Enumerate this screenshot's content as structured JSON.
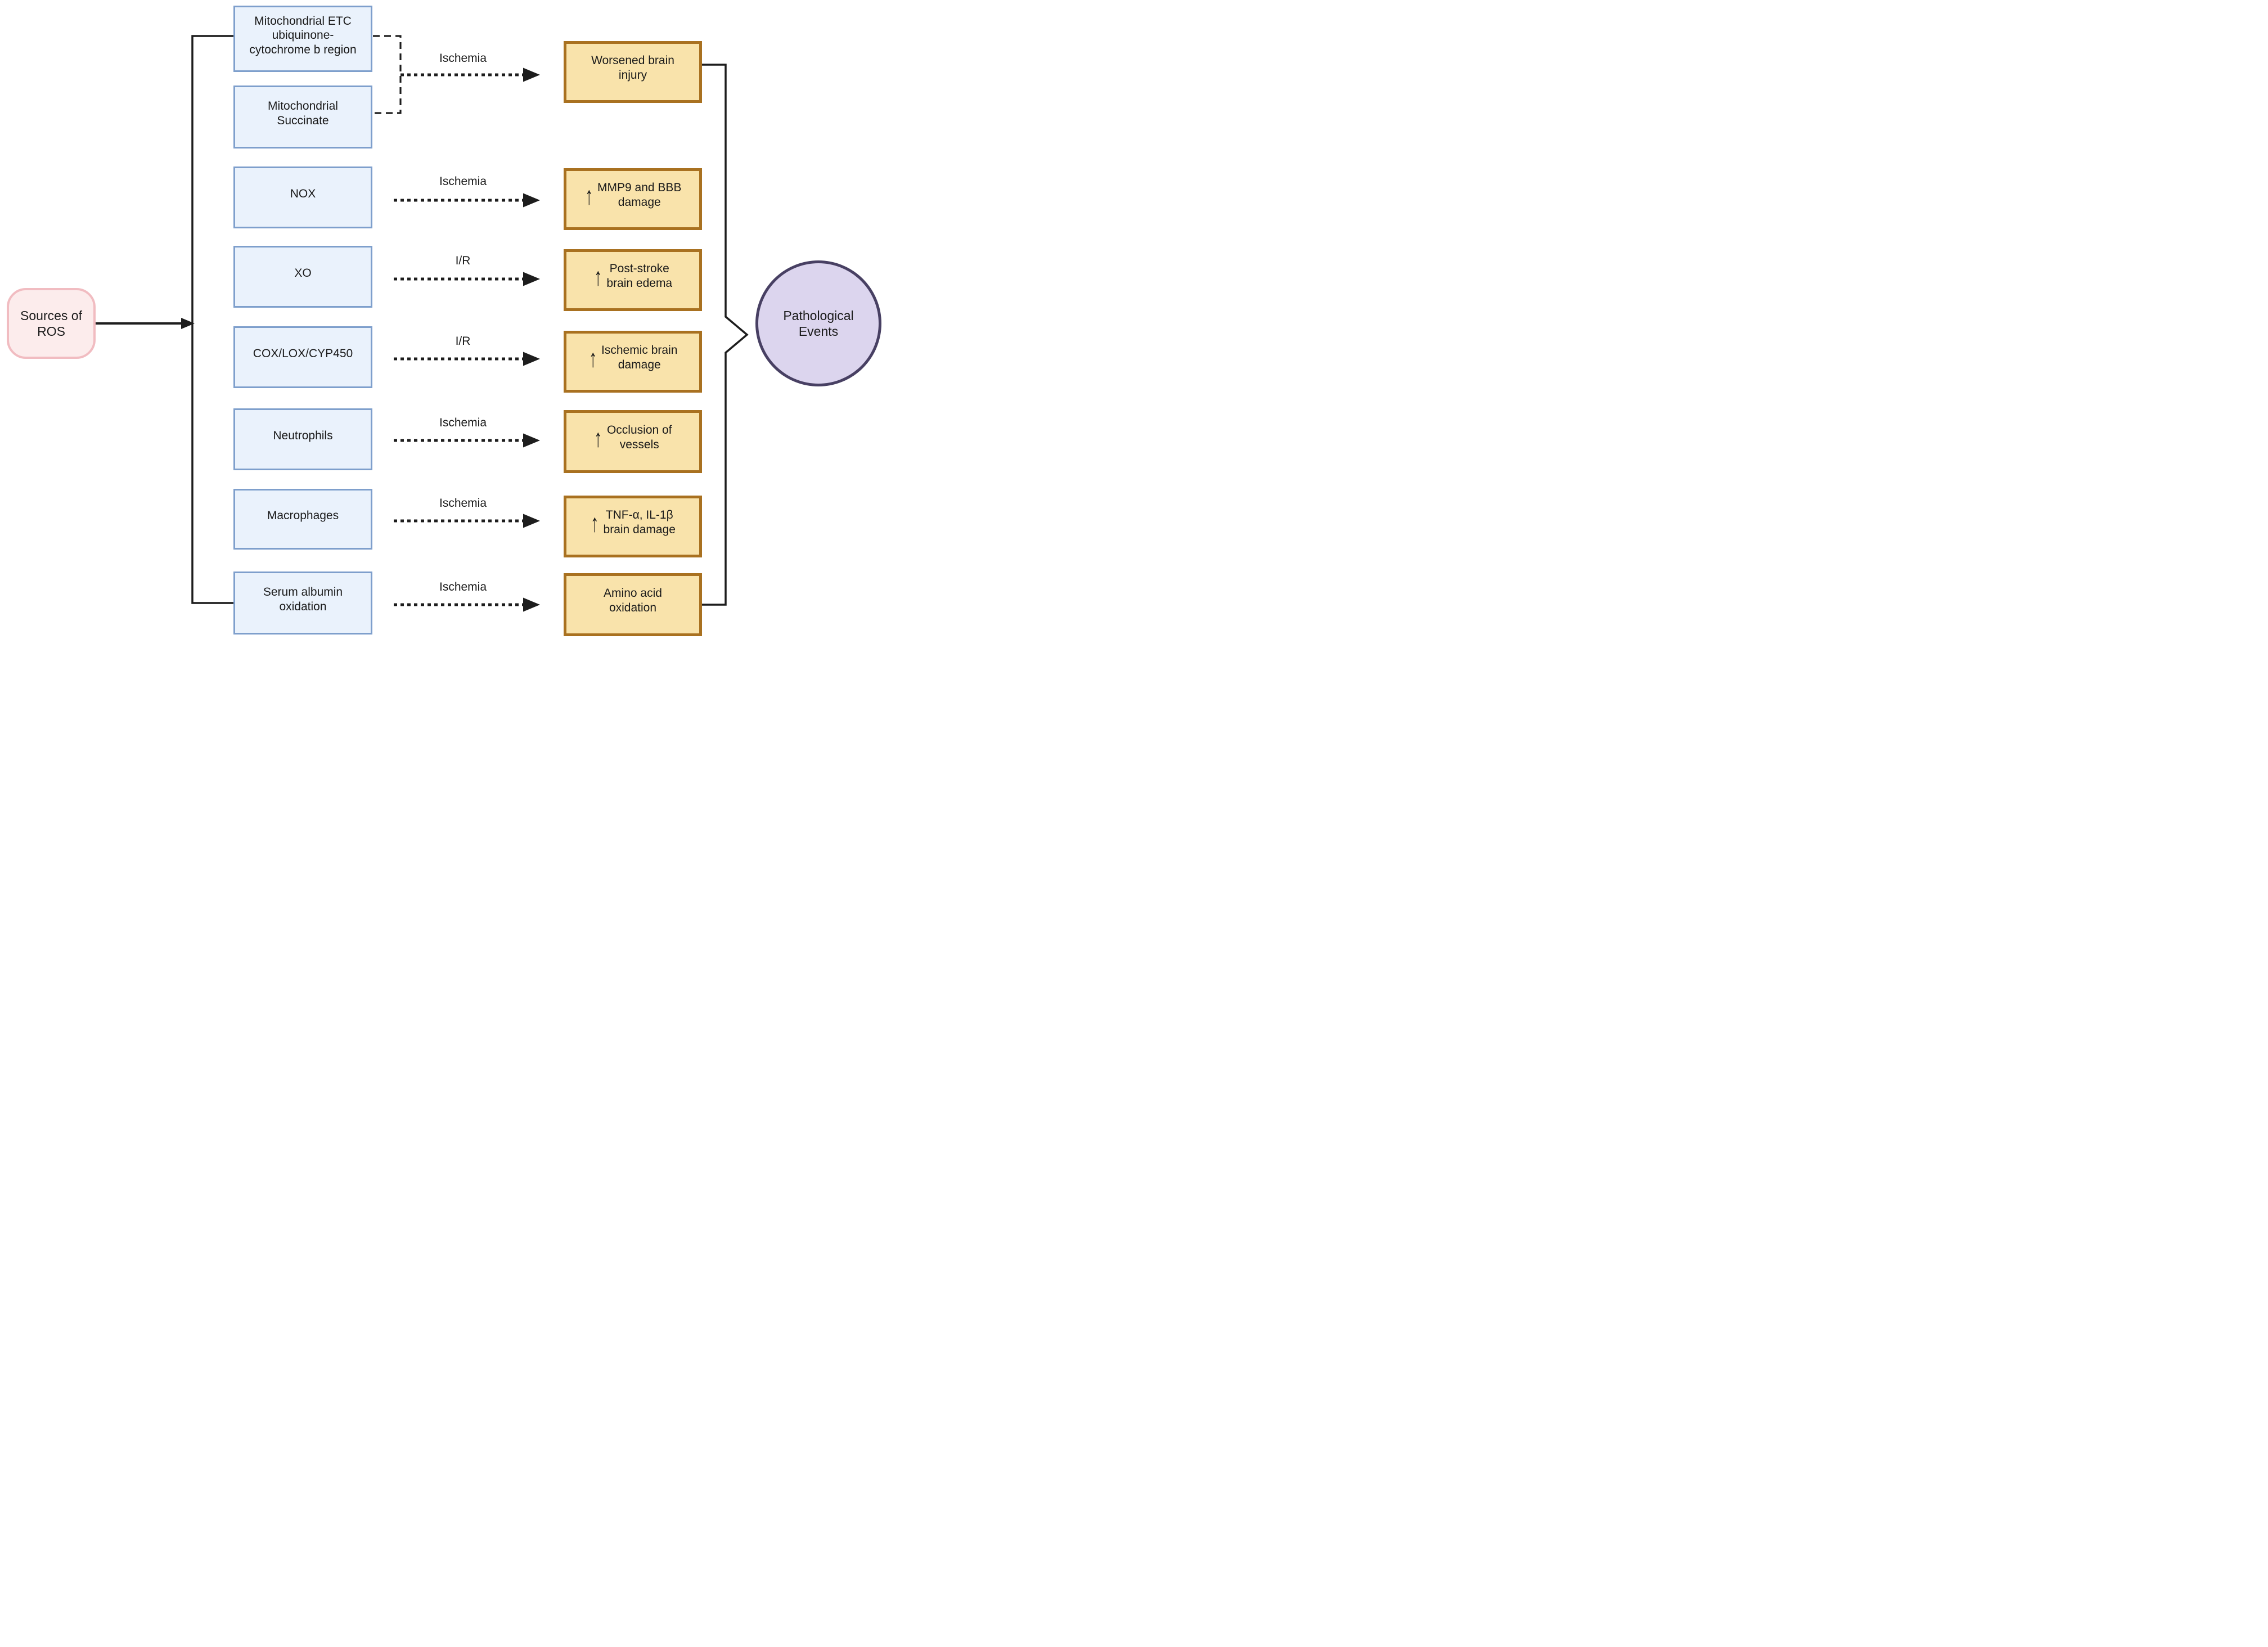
{
  "figure": {
    "type": "flow-diagram",
    "background": "#ffffff"
  },
  "source_box": {
    "label": "Sources of ROS"
  },
  "ros_sources": [
    {
      "label": "Mitochondrial ETC\nubiquinone-\ncytochrome b region"
    },
    {
      "label": "Mitochondrial\nSuccinate"
    },
    {
      "label": "NOX"
    },
    {
      "label": "XO"
    },
    {
      "label": "COX/LOX/CYP450"
    },
    {
      "label": "Neutrophils"
    },
    {
      "label": "Macrophages"
    },
    {
      "label": "Serum albumin\noxidation"
    }
  ],
  "conditions": [
    {
      "label": "Ischemia"
    },
    {
      "label": "Ischemia"
    },
    {
      "label": "I/R"
    },
    {
      "label": "I/R"
    },
    {
      "label": "Ischemia"
    },
    {
      "label": "Ischemia"
    },
    {
      "label": "Ischemia"
    }
  ],
  "outcomes": [
    {
      "label": "Worsened brain\ninjury",
      "has_increase_arrow": false
    },
    {
      "label": "MMP9 and BBB\ndamage",
      "has_increase_arrow": true
    },
    {
      "label": "Post-stroke\nbrain edema",
      "has_increase_arrow": true
    },
    {
      "label": "Ischemic brain\ndamage",
      "has_increase_arrow": true
    },
    {
      "label": "Occlusion of\nvessels",
      "has_increase_arrow": true
    },
    {
      "label": "TNF-α, IL-1β\nbrain damage",
      "has_increase_arrow": true
    },
    {
      "label": "Amino acid\noxidation",
      "has_increase_arrow": false
    }
  ],
  "hub": {
    "label": "Pathological\nEvents"
  },
  "icons": {
    "increase_arrow": "↑"
  },
  "colors": {
    "source_fill": "#fcecec",
    "source_border": "#f1bcc1",
    "ros_fill": "#eaf2fc",
    "ros_border": "#7e9fcc",
    "outcome_fill": "#f9e3ab",
    "outcome_border": "#a97120",
    "hub_fill": "#dcd5ee",
    "hub_border": "#484063",
    "line": "#1d1d1d"
  }
}
